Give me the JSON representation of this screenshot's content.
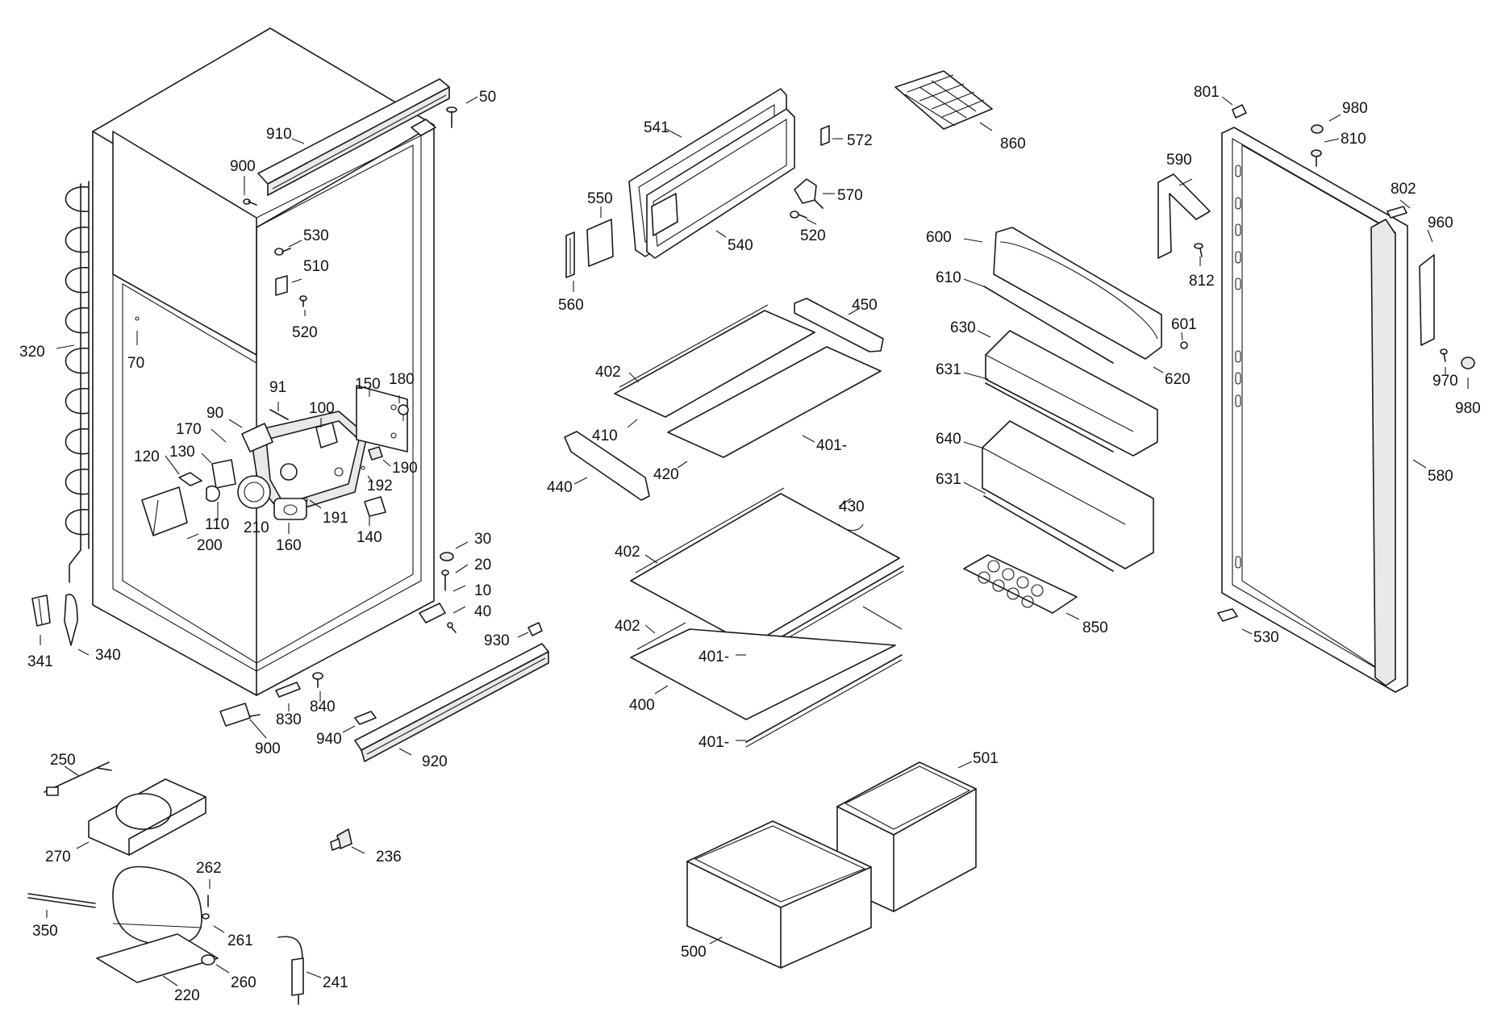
{
  "diagram": {
    "labels": [
      {
        "key": "50",
        "text": "50"
      },
      {
        "key": "910",
        "text": "910"
      },
      {
        "key": "900a",
        "text": "900"
      },
      {
        "key": "530a",
        "text": "530"
      },
      {
        "key": "510",
        "text": "510"
      },
      {
        "key": "520a",
        "text": "520"
      },
      {
        "key": "70",
        "text": "70"
      },
      {
        "key": "320",
        "text": "320"
      },
      {
        "key": "91",
        "text": "91"
      },
      {
        "key": "100",
        "text": "100"
      },
      {
        "key": "150",
        "text": "150"
      },
      {
        "key": "180",
        "text": "180"
      },
      {
        "key": "90",
        "text": "90"
      },
      {
        "key": "170",
        "text": "170"
      },
      {
        "key": "130",
        "text": "130"
      },
      {
        "key": "120",
        "text": "120"
      },
      {
        "key": "190",
        "text": "190"
      },
      {
        "key": "192",
        "text": "192"
      },
      {
        "key": "110",
        "text": "110"
      },
      {
        "key": "210",
        "text": "210"
      },
      {
        "key": "191",
        "text": "191"
      },
      {
        "key": "140",
        "text": "140"
      },
      {
        "key": "200",
        "text": "200"
      },
      {
        "key": "160",
        "text": "160"
      },
      {
        "key": "30",
        "text": "30"
      },
      {
        "key": "20",
        "text": "20"
      },
      {
        "key": "10",
        "text": "10"
      },
      {
        "key": "40",
        "text": "40"
      },
      {
        "key": "341",
        "text": "341"
      },
      {
        "key": "340",
        "text": "340"
      },
      {
        "key": "930",
        "text": "930"
      },
      {
        "key": "830",
        "text": "830"
      },
      {
        "key": "840",
        "text": "840"
      },
      {
        "key": "900b",
        "text": "900"
      },
      {
        "key": "940",
        "text": "940"
      },
      {
        "key": "920",
        "text": "920"
      },
      {
        "key": "250",
        "text": "250"
      },
      {
        "key": "270",
        "text": "270"
      },
      {
        "key": "236",
        "text": "236"
      },
      {
        "key": "262",
        "text": "262"
      },
      {
        "key": "350",
        "text": "350"
      },
      {
        "key": "261",
        "text": "261"
      },
      {
        "key": "260",
        "text": "260"
      },
      {
        "key": "220",
        "text": "220"
      },
      {
        "key": "241",
        "text": "241"
      },
      {
        "key": "541",
        "text": "541"
      },
      {
        "key": "572",
        "text": "572"
      },
      {
        "key": "550",
        "text": "550"
      },
      {
        "key": "570",
        "text": "570"
      },
      {
        "key": "540",
        "text": "540"
      },
      {
        "key": "520b",
        "text": "520"
      },
      {
        "key": "560",
        "text": "560"
      },
      {
        "key": "860",
        "text": "860"
      },
      {
        "key": "450",
        "text": "450"
      },
      {
        "key": "402a",
        "text": "402"
      },
      {
        "key": "410",
        "text": "410"
      },
      {
        "key": "401a",
        "text": "401-"
      },
      {
        "key": "420",
        "text": "420"
      },
      {
        "key": "440",
        "text": "440"
      },
      {
        "key": "430",
        "text": "430"
      },
      {
        "key": "402b",
        "text": "402"
      },
      {
        "key": "402c",
        "text": "402"
      },
      {
        "key": "401b",
        "text": "401-"
      },
      {
        "key": "400",
        "text": "400"
      },
      {
        "key": "401c",
        "text": "401-"
      },
      {
        "key": "600",
        "text": "600"
      },
      {
        "key": "610",
        "text": "610"
      },
      {
        "key": "630",
        "text": "630"
      },
      {
        "key": "601",
        "text": "601"
      },
      {
        "key": "631a",
        "text": "631"
      },
      {
        "key": "620",
        "text": "620"
      },
      {
        "key": "640",
        "text": "640"
      },
      {
        "key": "631b",
        "text": "631"
      },
      {
        "key": "850",
        "text": "850"
      },
      {
        "key": "501",
        "text": "501"
      },
      {
        "key": "500",
        "text": "500"
      },
      {
        "key": "801",
        "text": "801"
      },
      {
        "key": "980a",
        "text": "980"
      },
      {
        "key": "810",
        "text": "810"
      },
      {
        "key": "590",
        "text": "590"
      },
      {
        "key": "802",
        "text": "802"
      },
      {
        "key": "960",
        "text": "960"
      },
      {
        "key": "812",
        "text": "812"
      },
      {
        "key": "970",
        "text": "970"
      },
      {
        "key": "980b",
        "text": "980"
      },
      {
        "key": "580",
        "text": "580"
      },
      {
        "key": "530b",
        "text": "530"
      }
    ]
  }
}
